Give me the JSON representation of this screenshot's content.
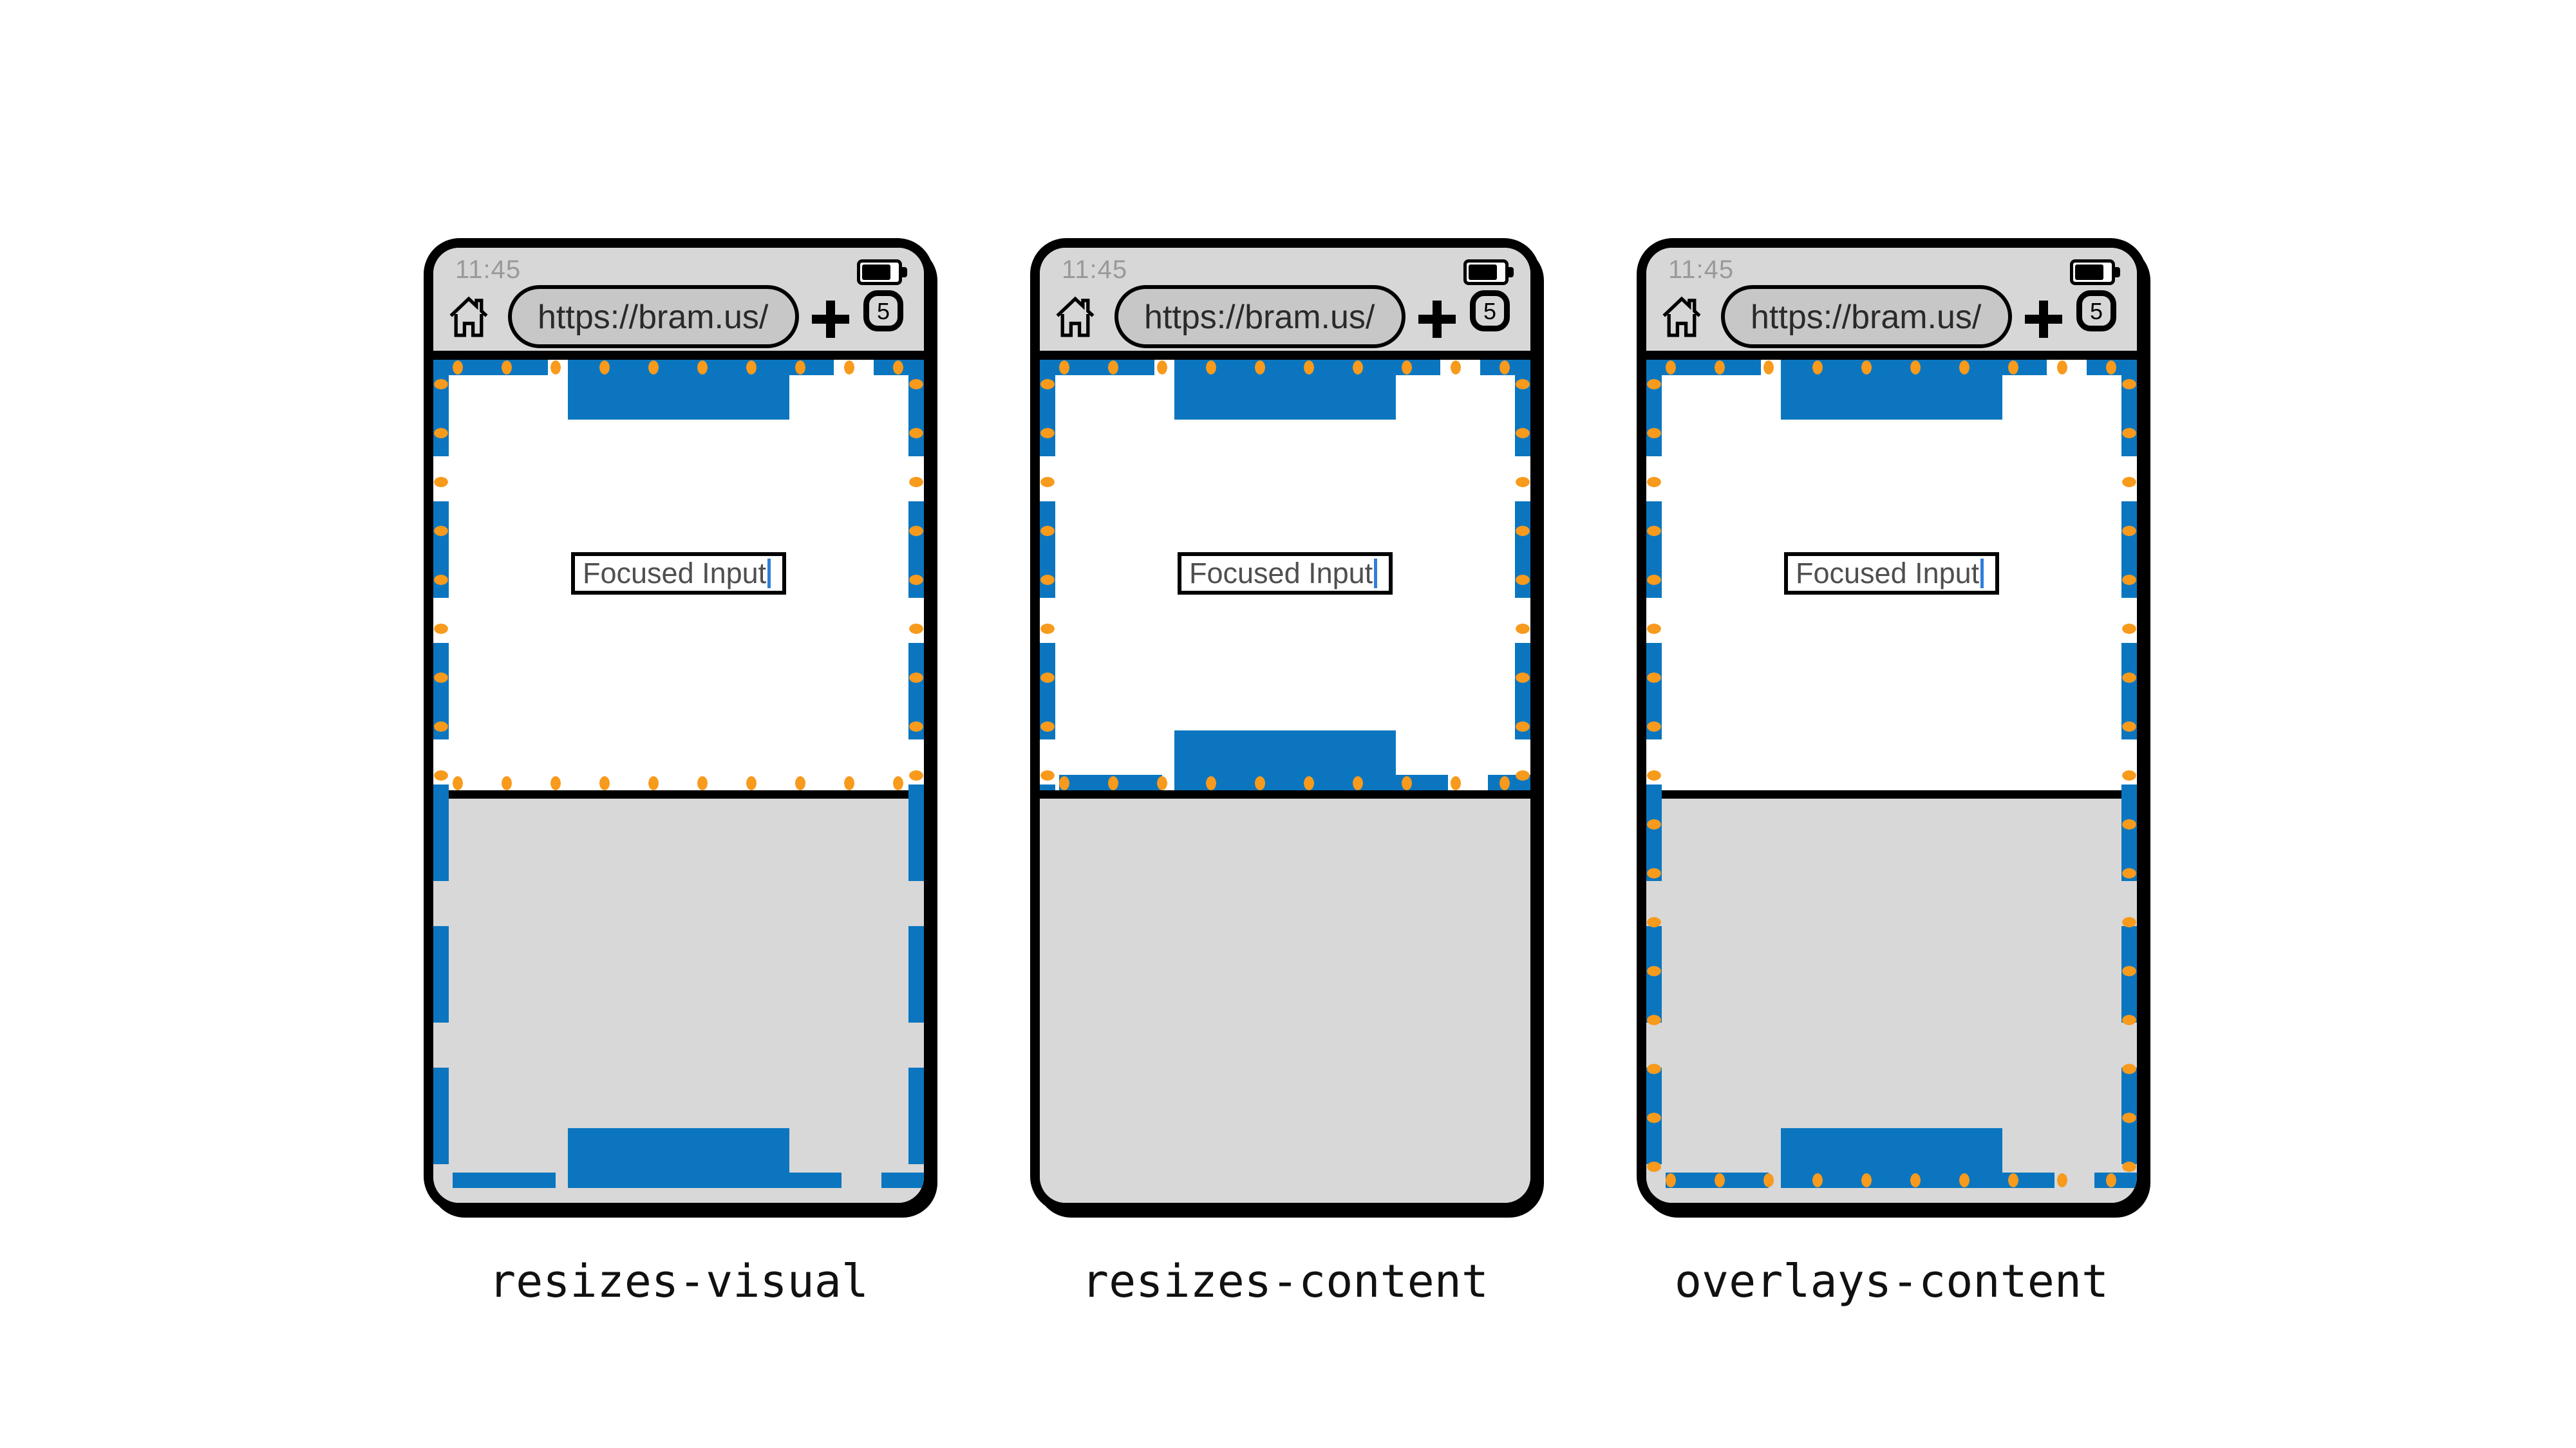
{
  "theme": {
    "page_blue": "#0B76BF",
    "dot_orange": "#F89A1C",
    "keyboard_gray": "#D8D8D8",
    "chrome_gray": "#D7D7D7",
    "urlbar_gray": "#C7C7C7",
    "caret_blue": "#2F7FD8"
  },
  "phones": [
    {
      "status_time": "11:45",
      "url": "https://bram.us/",
      "tab_count": "5",
      "input_value": "Focused Input",
      "label": "resizes-visual"
    },
    {
      "status_time": "11:45",
      "url": "https://bram.us/",
      "tab_count": "5",
      "input_value": "Focused Input",
      "label": "resizes-content"
    },
    {
      "status_time": "11:45",
      "url": "https://bram.us/",
      "tab_count": "5",
      "input_value": "Focused Input",
      "label": "overlays-content"
    }
  ]
}
